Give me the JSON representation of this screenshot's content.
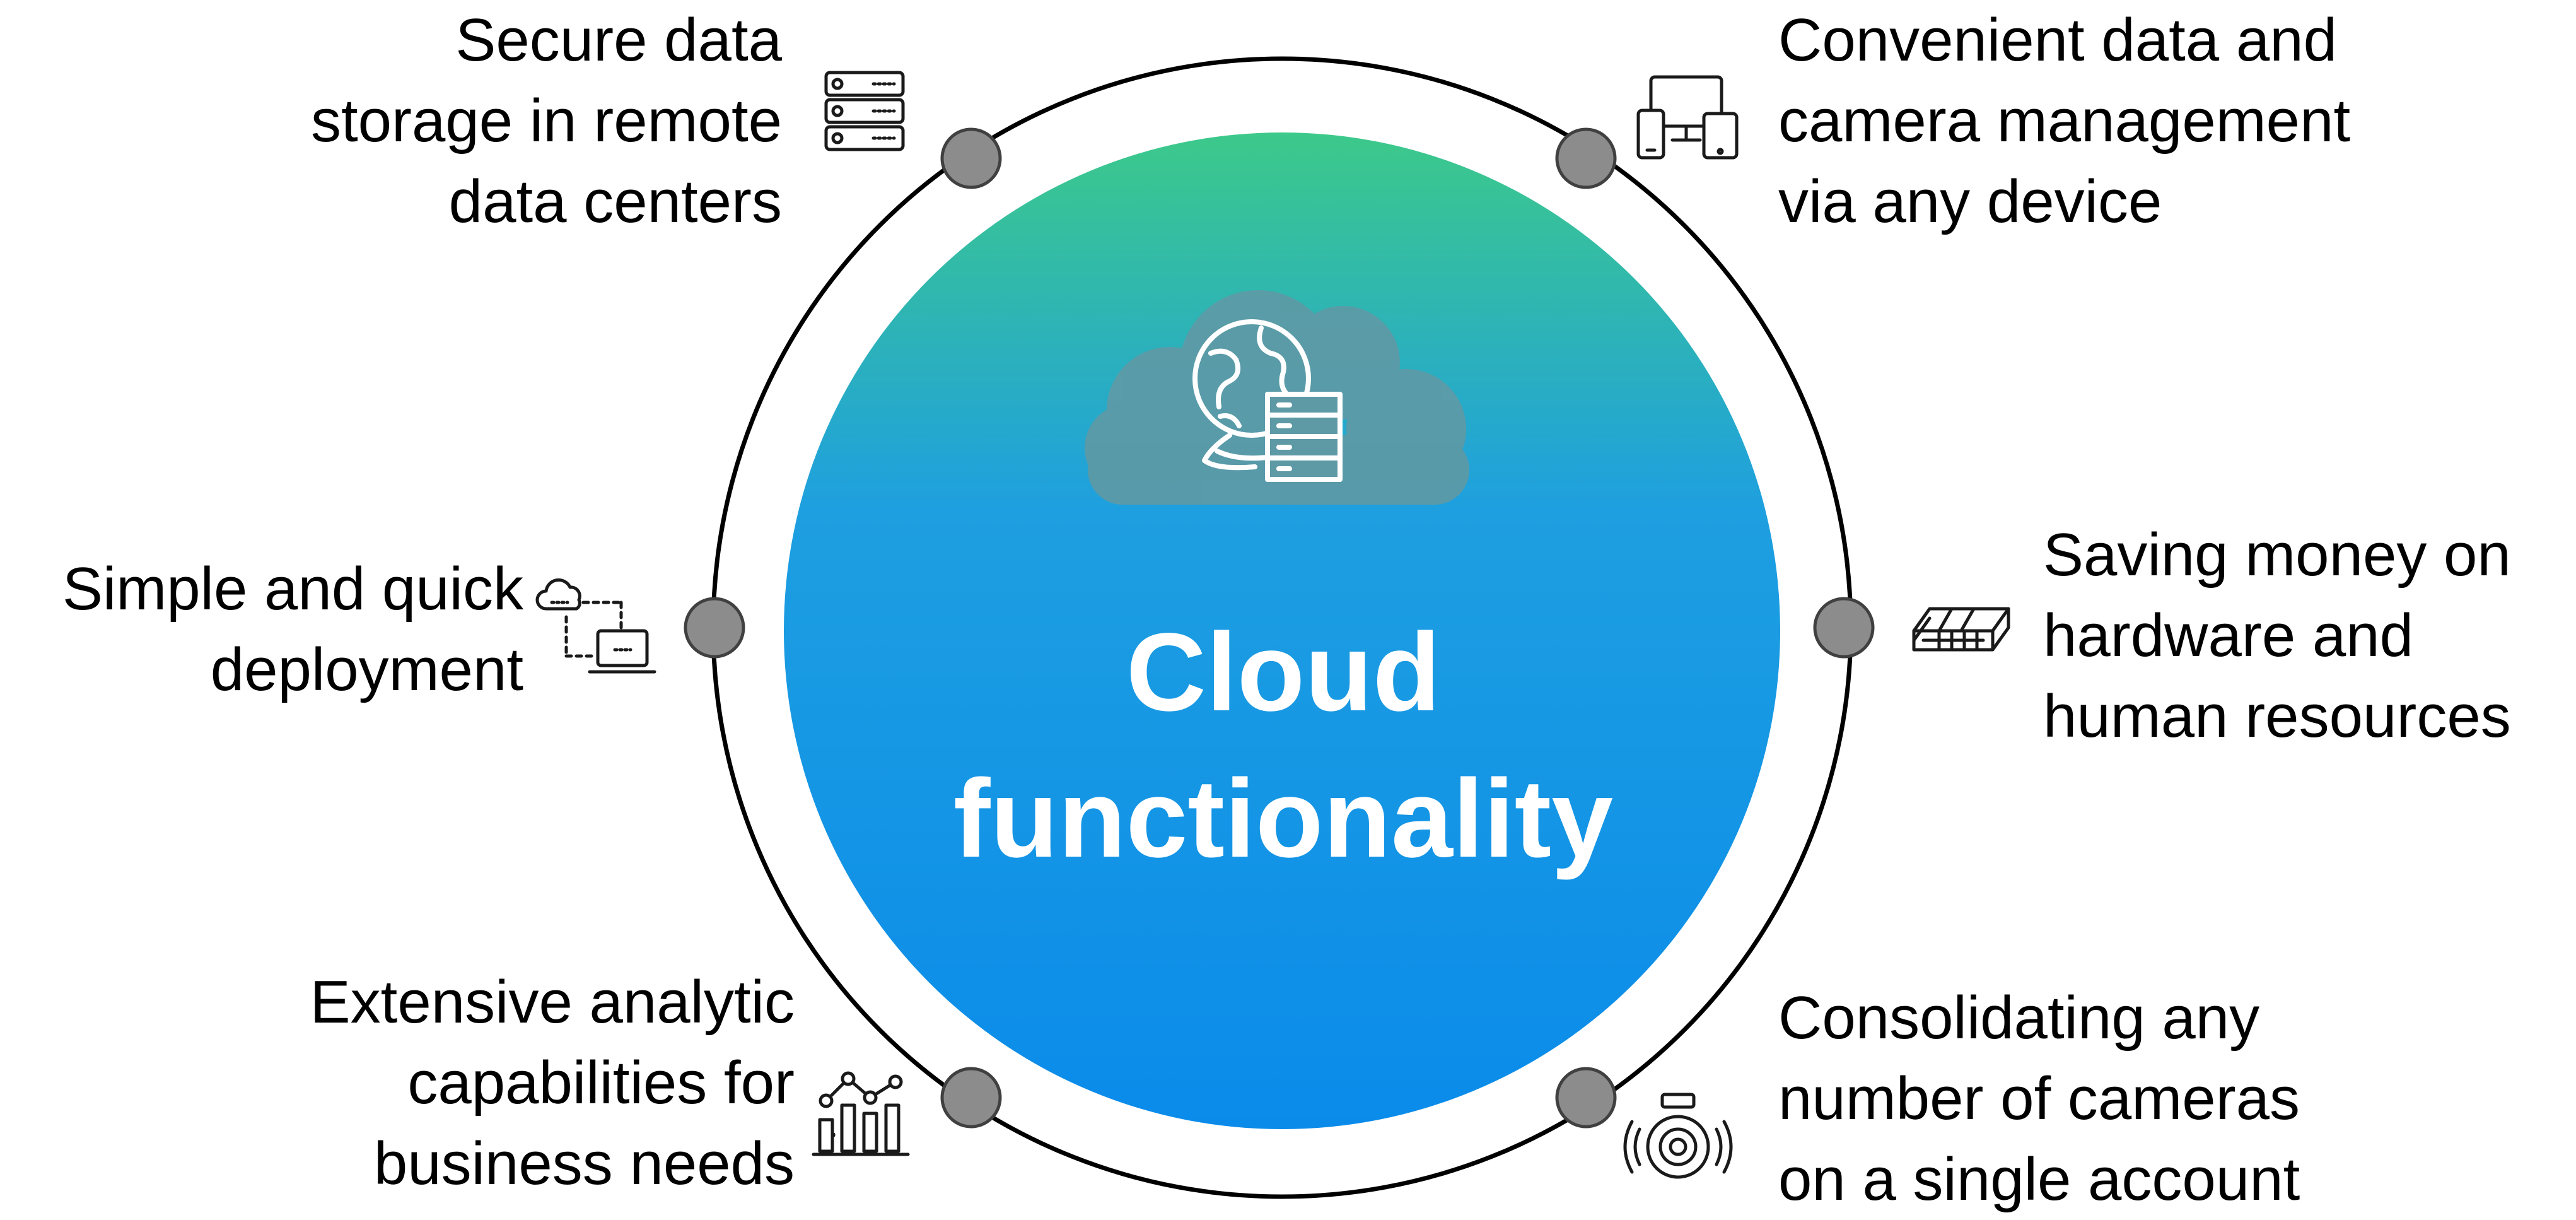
{
  "diagram": {
    "center_title_lines": [
      "Cloud",
      "functionality"
    ],
    "colors": {
      "gradient_top": "#3DC98A",
      "gradient_mid": "#1E9FE0",
      "gradient_bottom": "#0A8BEA",
      "ring": "#000000",
      "node_fill": "#8C8C8C",
      "node_stroke": "#404040",
      "cloud_fill": "#5E9AA6",
      "icon_stroke": "#1A1A1A"
    },
    "features": [
      {
        "id": "secure",
        "lines": [
          "Secure data",
          "storage in remote",
          "data centers"
        ],
        "icon": "server-rack-icon"
      },
      {
        "id": "convenient",
        "lines": [
          "Convenient data and",
          "camera management",
          "via any device"
        ],
        "icon": "multi-device-icon"
      },
      {
        "id": "simple",
        "lines": [
          "Simple and quick",
          "deployment"
        ],
        "icon": "cloud-laptop-icon"
      },
      {
        "id": "saving",
        "lines": [
          "Saving money on",
          "hardware and",
          "human resources"
        ],
        "icon": "money-stack-icon"
      },
      {
        "id": "extensive",
        "lines": [
          "Extensive analytic",
          "capabilities for",
          "business needs"
        ],
        "icon": "analytics-chart-icon"
      },
      {
        "id": "consolidate",
        "lines": [
          "Consolidating any",
          "number of cameras",
          "on a single account"
        ],
        "icon": "security-camera-icon"
      }
    ]
  }
}
